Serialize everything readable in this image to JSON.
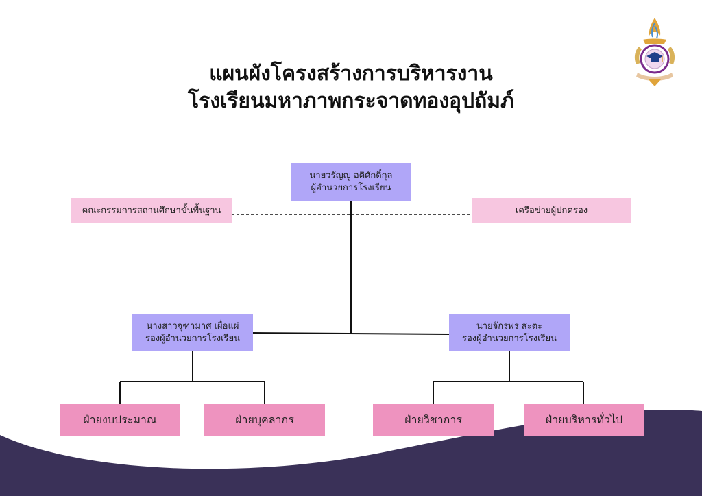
{
  "title": {
    "line1": "แผนผังโครงสร้างการบริหารงาน",
    "line2": "โรงเรียนมหาภาพกระจาดทองอุปถัมภ์"
  },
  "director": {
    "name": "นายวรัญญู อติศักดิ์กุล",
    "role": "ผู้อำนวยการโรงเรียน"
  },
  "side_units": {
    "left": "คณะกรรมการสถานศึกษาขั้นพื้นฐาน",
    "right": "เครือข่ายผู้ปกครอง"
  },
  "deputies": [
    {
      "name": "นางสาวจุฑามาศ เผื่อแผ่",
      "role": "รองผู้อำนวยการโรงเรียน"
    },
    {
      "name": "นายจักรพร สะตะ",
      "role": "รองผู้อำนวยการโรงเรียน"
    }
  ],
  "departments": [
    "ฝ่ายงบประมาณ",
    "ฝ่ายบุคลากร",
    "ฝ่ายวิชาการ",
    "ฝ่ายบริหารทั่วไป"
  ],
  "colors": {
    "leader_box": "#b0a6f8",
    "side_box": "#f7c6e0",
    "department_box": "#ee93bf",
    "wave": "#3a3158",
    "line": "#111111"
  }
}
